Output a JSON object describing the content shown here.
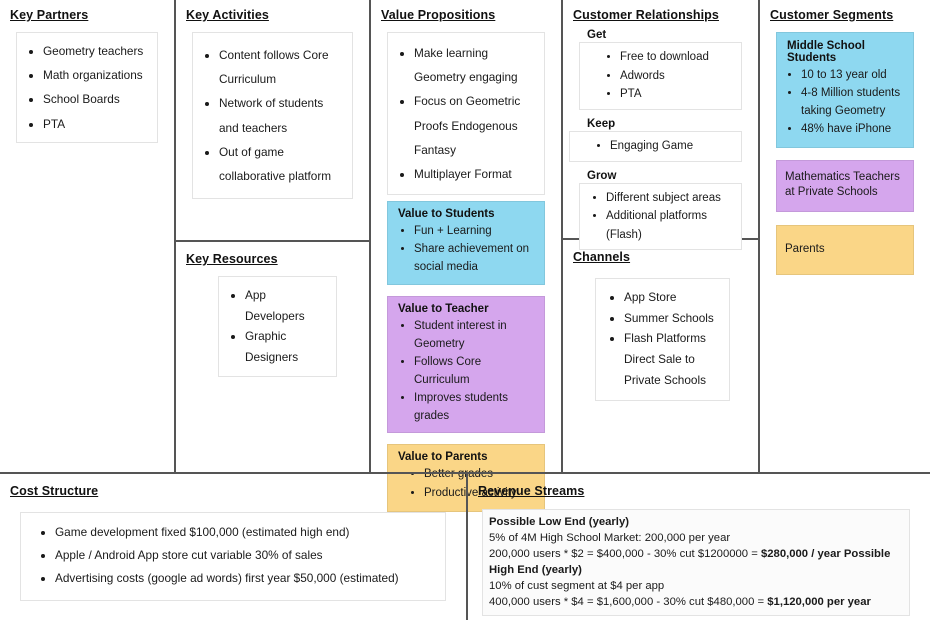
{
  "canvas": {
    "accent_blue": "#8ed8f0",
    "accent_purple": "#d5a6ed",
    "accent_amber": "#fad687"
  },
  "key_partners": {
    "title": "Key Partners",
    "items": [
      "Geometry teachers",
      "Math organizations",
      "School Boards",
      "PTA"
    ]
  },
  "key_activities": {
    "title": "Key Activities",
    "items": [
      "Content follows Core Curriculum",
      "Network of students and teachers",
      "Out of game collaborative platform"
    ]
  },
  "key_resources": {
    "title": "Key Resources",
    "items": [
      "App Developers",
      "Graphic Designers"
    ]
  },
  "value_propositions": {
    "title": "Value Propositions",
    "items": [
      "Make learning Geometry engaging",
      "Focus on Geometric Proofs Endogenous Fantasy",
      "Multiplayer Format"
    ],
    "students": {
      "title": "Value to Students",
      "items": [
        "Fun + Learning",
        "Share achievement on social media"
      ]
    },
    "teacher": {
      "title": "Value to Teacher",
      "items": [
        "Student interest in Geometry",
        "Follows Core Curriculum",
        "Improves students grades"
      ]
    },
    "parents": {
      "title": "Value to Parents",
      "items": [
        "Better grades",
        "Productive activity"
      ]
    }
  },
  "customer_relationships": {
    "title": "Customer Relationships",
    "groups": [
      {
        "label": "Get",
        "items": [
          "Free to download",
          "Adwords",
          "PTA"
        ]
      },
      {
        "label": "Keep",
        "items": [
          "Engaging Game"
        ]
      },
      {
        "label": "Grow",
        "items": [
          "Different subject areas",
          "Additional platforms (Flash)"
        ]
      }
    ]
  },
  "channels": {
    "title": "Channels",
    "items": [
      "App Store",
      "Summer Schools",
      "Flash Platforms Direct Sale to Private Schools"
    ]
  },
  "customer_segments": {
    "title": "Customer Segments",
    "students": {
      "title": "Middle School Students",
      "items": [
        "10 to 13 year old",
        "4-8 Million students taking Geometry",
        "48% have iPhone"
      ]
    },
    "teachers_text": "Mathematics Teachers at Private Schools",
    "parents_text": "Parents"
  },
  "cost_structure": {
    "title": "Cost Structure",
    "items": [
      "Game development fixed $100,000 (estimated high end)",
      "Apple / Android App store cut variable 30% of sales",
      "Advertising costs (google ad words)  first year $50,000 (estimated)"
    ]
  },
  "revenue_streams": {
    "title": "Revenue Streams",
    "low_end_heading": "Possible Low End (yearly)",
    "low_end_line1": "5% of 4M High School Market:  200,000 per year",
    "low_end_line2_prefix": "200,000 users * $2 = $400,000 - 30% cut $1200000 = ",
    "low_end_line2_bold": "$280,000 / year Possible High End (yearly)",
    "high_end_line1": "10% of cust segment at $4 per app",
    "high_end_line2_prefix": "400,000 users * $4 = $1,600,000 - 30% cut $480,000 = ",
    "high_end_line2_bold": "$1,120,000 per year"
  }
}
